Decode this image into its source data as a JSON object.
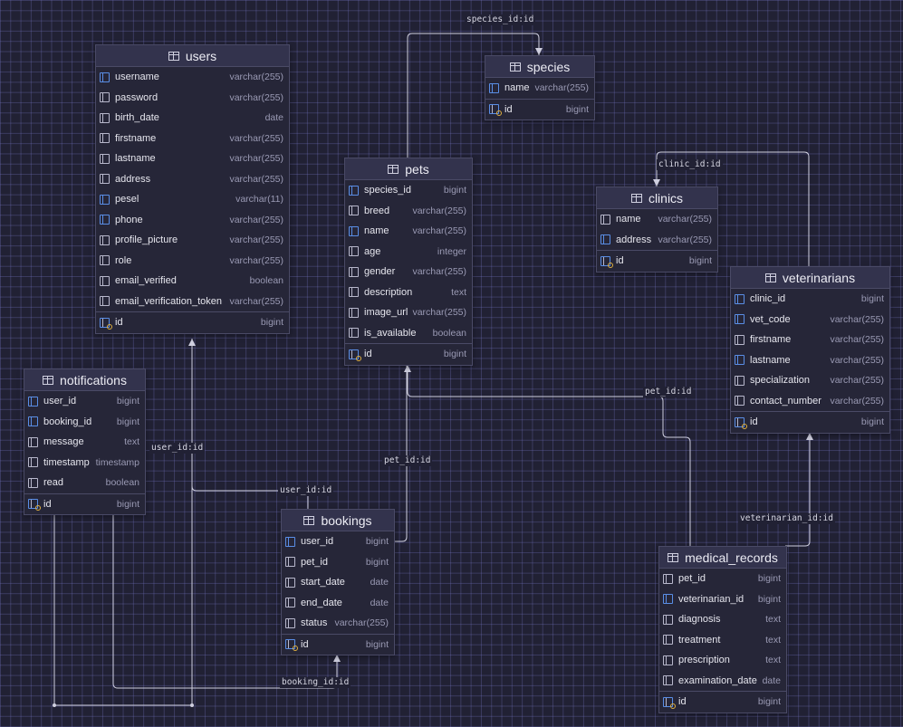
{
  "tables": [
    {
      "key": "users",
      "title": "users",
      "columns": [
        {
          "name": "username",
          "type": "varchar(255)",
          "icon": "column-ref-icon"
        },
        {
          "name": "password",
          "type": "varchar(255)",
          "icon": "column-icon"
        },
        {
          "name": "birth_date",
          "type": "date",
          "icon": "column-icon"
        },
        {
          "name": "firstname",
          "type": "varchar(255)",
          "icon": "column-icon"
        },
        {
          "name": "lastname",
          "type": "varchar(255)",
          "icon": "column-icon"
        },
        {
          "name": "address",
          "type": "varchar(255)",
          "icon": "column-icon"
        },
        {
          "name": "pesel",
          "type": "varchar(11)",
          "icon": "column-unique-icon"
        },
        {
          "name": "phone",
          "type": "varchar(255)",
          "icon": "column-unique-icon"
        },
        {
          "name": "profile_picture",
          "type": "varchar(255)",
          "icon": "column-icon"
        },
        {
          "name": "role",
          "type": "varchar(255)",
          "icon": "column-icon"
        },
        {
          "name": "email_verified",
          "type": "boolean",
          "icon": "column-icon"
        },
        {
          "name": "email_verification_token",
          "type": "varchar(255)",
          "icon": "column-icon"
        }
      ],
      "pk": {
        "name": "id",
        "type": "bigint",
        "icon": "primary-key-icon"
      }
    },
    {
      "key": "species",
      "title": "species",
      "columns": [
        {
          "name": "name",
          "type": "varchar(255)",
          "icon": "column-ref-icon"
        }
      ],
      "pk": {
        "name": "id",
        "type": "bigint",
        "icon": "primary-key-icon"
      }
    },
    {
      "key": "pets",
      "title": "pets",
      "columns": [
        {
          "name": "species_id",
          "type": "bigint",
          "icon": "column-ref-icon"
        },
        {
          "name": "breed",
          "type": "varchar(255)",
          "icon": "column-icon"
        },
        {
          "name": "name",
          "type": "varchar(255)",
          "icon": "column-unique-icon"
        },
        {
          "name": "age",
          "type": "integer",
          "icon": "column-icon"
        },
        {
          "name": "gender",
          "type": "varchar(255)",
          "icon": "column-icon"
        },
        {
          "name": "description",
          "type": "text",
          "icon": "column-icon"
        },
        {
          "name": "image_url",
          "type": "varchar(255)",
          "icon": "column-icon"
        },
        {
          "name": "is_available",
          "type": "boolean",
          "icon": "column-icon"
        }
      ],
      "pk": {
        "name": "id",
        "type": "bigint",
        "icon": "primary-key-icon"
      }
    },
    {
      "key": "clinics",
      "title": "clinics",
      "columns": [
        {
          "name": "name",
          "type": "varchar(255)",
          "icon": "column-icon"
        },
        {
          "name": "address",
          "type": "varchar(255)",
          "icon": "column-ref-icon"
        }
      ],
      "pk": {
        "name": "id",
        "type": "bigint",
        "icon": "primary-key-icon"
      }
    },
    {
      "key": "veterinarians",
      "title": "veterinarians",
      "columns": [
        {
          "name": "clinic_id",
          "type": "bigint",
          "icon": "column-ref-icon"
        },
        {
          "name": "vet_code",
          "type": "varchar(255)",
          "icon": "column-ref-icon"
        },
        {
          "name": "firstname",
          "type": "varchar(255)",
          "icon": "column-icon"
        },
        {
          "name": "lastname",
          "type": "varchar(255)",
          "icon": "column-ref-icon"
        },
        {
          "name": "specialization",
          "type": "varchar(255)",
          "icon": "column-icon"
        },
        {
          "name": "contact_number",
          "type": "varchar(255)",
          "icon": "column-icon"
        }
      ],
      "pk": {
        "name": "id",
        "type": "bigint",
        "icon": "primary-key-icon"
      }
    },
    {
      "key": "notifications",
      "title": "notifications",
      "columns": [
        {
          "name": "user_id",
          "type": "bigint",
          "icon": "column-ref-icon"
        },
        {
          "name": "booking_id",
          "type": "bigint",
          "icon": "column-ref-icon"
        },
        {
          "name": "message",
          "type": "text",
          "icon": "column-icon"
        },
        {
          "name": "timestamp",
          "type": "timestamp",
          "icon": "column-icon"
        },
        {
          "name": "read",
          "type": "boolean",
          "icon": "column-icon"
        }
      ],
      "pk": {
        "name": "id",
        "type": "bigint",
        "icon": "primary-key-icon"
      }
    },
    {
      "key": "bookings",
      "title": "bookings",
      "columns": [
        {
          "name": "user_id",
          "type": "bigint",
          "icon": "column-ref-icon"
        },
        {
          "name": "pet_id",
          "type": "bigint",
          "icon": "column-icon"
        },
        {
          "name": "start_date",
          "type": "date",
          "icon": "column-icon"
        },
        {
          "name": "end_date",
          "type": "date",
          "icon": "column-icon"
        },
        {
          "name": "status",
          "type": "varchar(255)",
          "icon": "column-icon"
        }
      ],
      "pk": {
        "name": "id",
        "type": "bigint",
        "icon": "primary-key-icon"
      }
    },
    {
      "key": "medical_records",
      "title": "medical_records",
      "columns": [
        {
          "name": "pet_id",
          "type": "bigint",
          "icon": "column-icon"
        },
        {
          "name": "veterinarian_id",
          "type": "bigint",
          "icon": "column-ref-icon"
        },
        {
          "name": "diagnosis",
          "type": "text",
          "icon": "column-icon"
        },
        {
          "name": "treatment",
          "type": "text",
          "icon": "column-icon"
        },
        {
          "name": "prescription",
          "type": "text",
          "icon": "column-icon"
        },
        {
          "name": "examination_date",
          "type": "date",
          "icon": "column-icon"
        }
      ],
      "pk": {
        "name": "id",
        "type": "bigint",
        "icon": "primary-key-icon"
      }
    }
  ],
  "relations": [
    {
      "key": "species_pets",
      "label": "species_id:id"
    },
    {
      "key": "clinics_vets",
      "label": "clinic_id:id"
    },
    {
      "key": "pets_medical",
      "label": "pet_id:id"
    },
    {
      "key": "users_notifications",
      "label": "user_id:id"
    },
    {
      "key": "pets_bookings",
      "label": "pet_id:id"
    },
    {
      "key": "users_bookings",
      "label": "user_id:id"
    },
    {
      "key": "vets_medical",
      "label": "veterinarian_id:id"
    },
    {
      "key": "bookings_notifications",
      "label": "booking_id:id"
    }
  ],
  "colors": {
    "background": "#212134",
    "header": "#33334d",
    "body": "#262638",
    "line": "#d0d0e0"
  }
}
